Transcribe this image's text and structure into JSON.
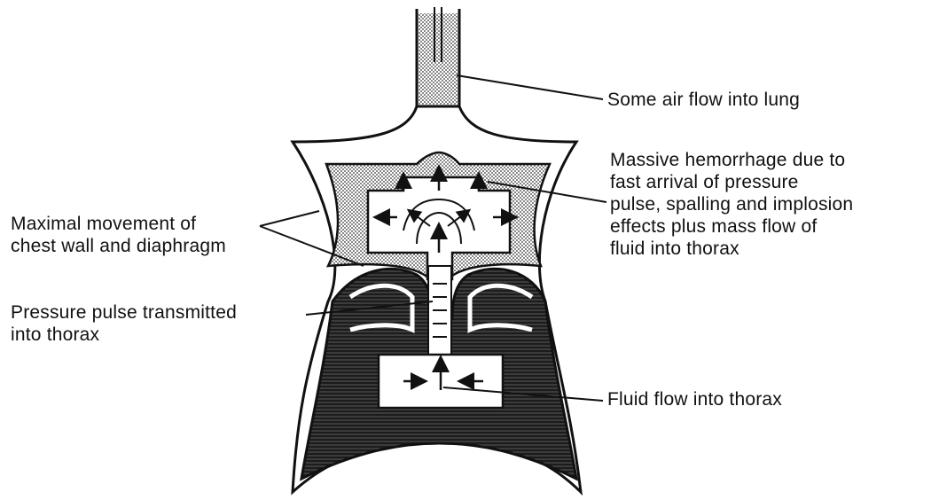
{
  "labels": {
    "air_flow": "Some air flow into lung",
    "hemorrhage": [
      "Massive hemorrhage due to",
      "fast arrival of pressure",
      "pulse, spalling and implosion",
      "effects plus mass flow of",
      "fluid into thorax"
    ],
    "movement": [
      "Maximal movement of",
      "chest wall and diaphragm"
    ],
    "pressure_pulse": [
      "Pressure pulse transmitted",
      "into thorax"
    ],
    "fluid_flow": "Fluid flow into thorax"
  },
  "colors": {
    "ink": "#111111",
    "stipple": "#bdbdbd",
    "hatch": "#1c1c1c",
    "paper": "#ffffff"
  }
}
